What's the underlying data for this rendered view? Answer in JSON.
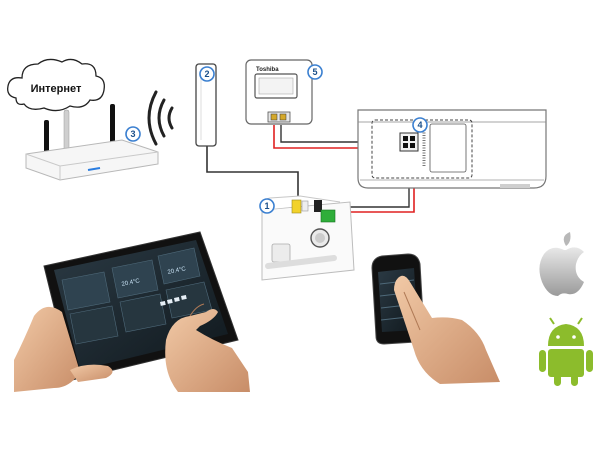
{
  "cloud": {
    "label": "Интернет"
  },
  "thermostat": {
    "brand": "Toshiba"
  },
  "callouts": [
    {
      "id": "controller",
      "number": "1"
    },
    {
      "id": "antenna",
      "number": "2"
    },
    {
      "id": "router",
      "number": "3"
    },
    {
      "id": "indoor-unit-connector",
      "number": "4"
    },
    {
      "id": "thermostat",
      "number": "5"
    }
  ],
  "tablet": {
    "readouts": [
      "20.4°C",
      "20.4°C"
    ]
  },
  "colors": {
    "callout_ring": "#3a7fd0",
    "wire_red": "#e02020",
    "wire_dark": "#333333",
    "android_green": "#8cbc2c",
    "connector_yellow": "#f2d22a",
    "connector_green": "#2fae3a"
  },
  "icons": [
    "apple-logo-icon",
    "android-logo-icon",
    "wifi-signal-icon"
  ]
}
